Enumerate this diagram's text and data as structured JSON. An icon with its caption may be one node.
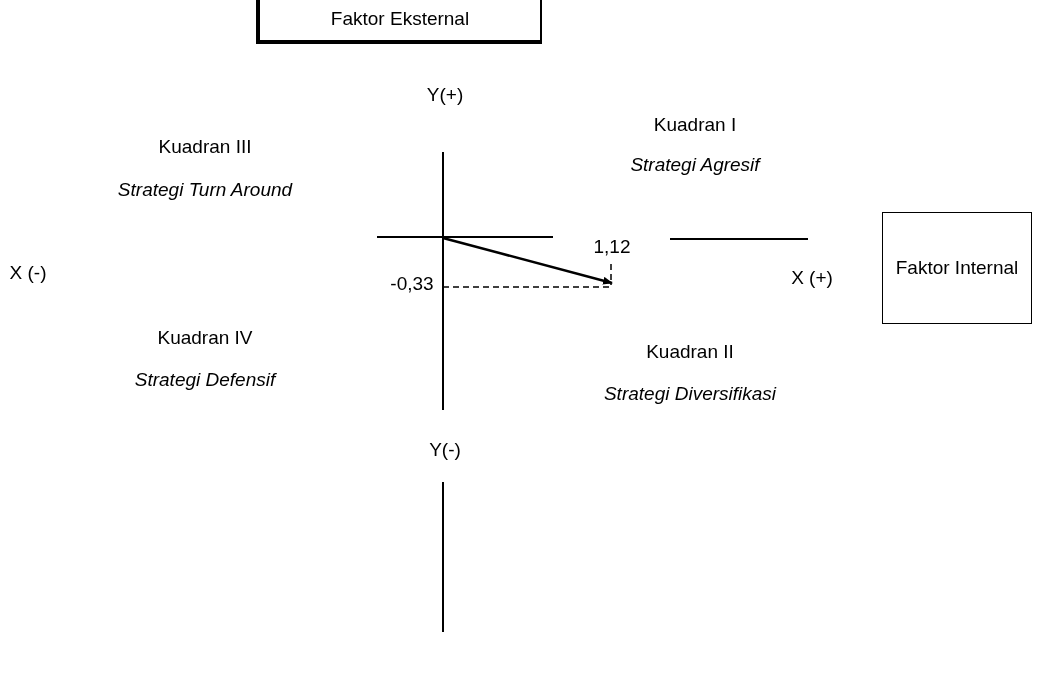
{
  "diagram": {
    "nodes": [
      {
        "text": [
          "Faktor Eksternal"
        ]
      },
      {
        "text": [
          "Faktor Internal"
        ]
      }
    ],
    "labels": [
      "Y(+)",
      "Kuadran I",
      "Strategi Agresif",
      "Kuadran III",
      "Strategi Turn Around",
      "1,12",
      "X (-)",
      "-0,33",
      "X (+)",
      "Kuadran IV",
      "Strategi Defensif",
      "Kuadran II",
      "Strategi Diversifikasi",
      "Y(-)"
    ]
  }
}
